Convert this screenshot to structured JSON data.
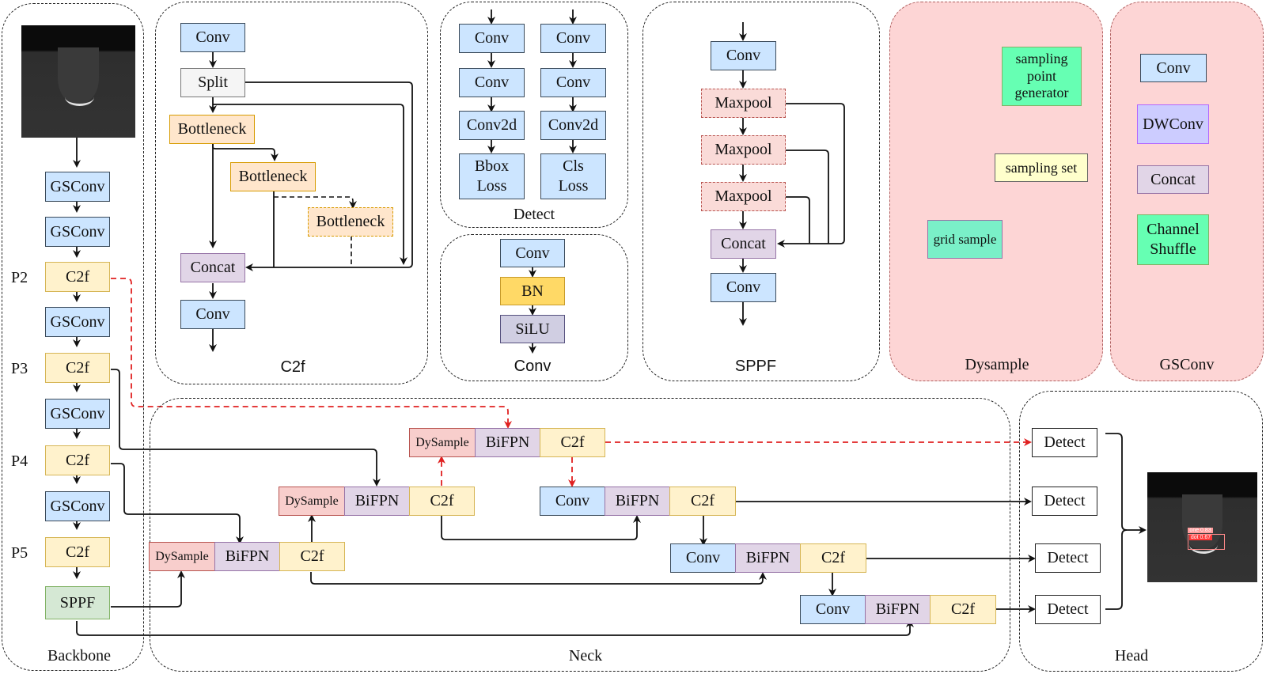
{
  "groups": {
    "backbone": "Backbone",
    "c2f": "C2f",
    "detect": "Detect",
    "conv": "Conv",
    "sppf": "SPPF",
    "dysample": "Dysample",
    "gsconv": "GSConv",
    "neck": "Neck",
    "head": "Head"
  },
  "backbone": {
    "levels": [
      "P2",
      "P3",
      "P4",
      "P5"
    ],
    "blocks": [
      "GSConv",
      "GSConv",
      "C2f",
      "GSConv",
      "C2f",
      "GSConv",
      "C2f",
      "GSConv",
      "C2f",
      "SPPF"
    ]
  },
  "c2f_detail": {
    "conv_in": "Conv",
    "split": "Split",
    "bottleneck1": "Bottleneck",
    "bottleneck2": "Bottleneck",
    "bottleneck3": "Bottleneck",
    "concat": "Concat",
    "conv_out": "Conv"
  },
  "detect_detail": {
    "left": [
      "Conv",
      "Conv",
      "Conv2d",
      "Bbox\nLoss"
    ],
    "right": [
      "Conv",
      "Conv",
      "Conv2d",
      "Cls\nLoss"
    ]
  },
  "conv_detail": [
    "Conv",
    "BN",
    "SiLU"
  ],
  "sppf_detail": [
    "Conv",
    "Maxpool",
    "Maxpool",
    "Maxpool",
    "Concat",
    "Conv"
  ],
  "dysample_detail": {
    "generator": "sampling\npoint\ngenerator",
    "set": "sampling set",
    "grid": "grid sample"
  },
  "gsconv_detail": [
    "Conv",
    "DWConv",
    "Concat",
    "Channel\nShuffle"
  ],
  "neck": {
    "row1": [
      "DySample",
      "BiFPN",
      "C2f"
    ],
    "row2": [
      "DySample",
      "BiFPN",
      "C2f"
    ],
    "row3": [
      "DySample",
      "BiFPN",
      "C2f"
    ],
    "row4": [
      "Conv",
      "BiFPN",
      "C2f"
    ],
    "row5": [
      "Conv",
      "BiFPN",
      "C2f"
    ],
    "row6": [
      "Conv",
      "BiFPN",
      "C2f"
    ]
  },
  "head": {
    "detects": [
      "Detect",
      "Detect",
      "Detect",
      "Detect"
    ],
    "detections": [
      "one 0.83",
      "dot 0.67"
    ]
  },
  "colors": {
    "conv": "#cce5ff",
    "c2f": "#fff2cc",
    "bifpn": "#e1d5e7",
    "dysample": "#f8cecc",
    "sppf": "#d5e8d4",
    "highlight_arrow": "#e02020",
    "pink_panel": "#fdd5d5"
  }
}
